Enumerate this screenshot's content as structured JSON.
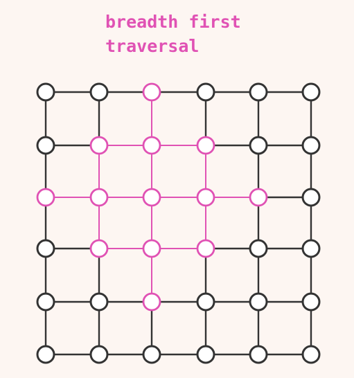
{
  "title_lines": [
    "breadth first",
    "traversal"
  ],
  "colors": {
    "background": "#fdf6f2",
    "default_stroke": "#333333",
    "visited_stroke": "#e052b4",
    "node_fill": "#ffffff"
  },
  "grid": {
    "rows": 6,
    "cols": 6,
    "visited_nodes": [
      [
        0,
        2
      ],
      [
        1,
        1
      ],
      [
        1,
        2
      ],
      [
        1,
        3
      ],
      [
        2,
        0
      ],
      [
        2,
        1
      ],
      [
        2,
        2
      ],
      [
        2,
        3
      ],
      [
        2,
        4
      ],
      [
        3,
        1
      ],
      [
        3,
        2
      ],
      [
        3,
        3
      ],
      [
        4,
        2
      ]
    ]
  }
}
